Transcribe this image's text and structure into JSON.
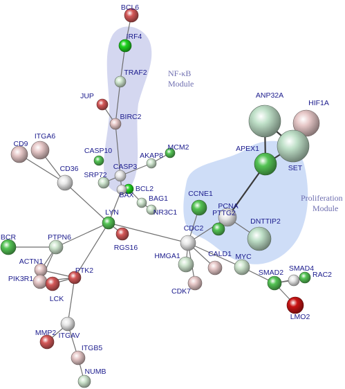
{
  "modules": [
    {
      "id": "nfkb",
      "lines": [
        "NF-κB",
        "Module"
      ],
      "color": "#b8bce6"
    },
    {
      "id": "prolif",
      "lines": [
        "Proliferation",
        "Module"
      ],
      "color": "#c2d4f5"
    }
  ],
  "node_colors": {
    "white": "#e8e8e8",
    "pale_green": "#cfe6cf",
    "mint": "#bfe0c8",
    "green": "#55c455",
    "bright_green": "#1fd31f",
    "pink": "#e7c8c8",
    "red": "#d45858",
    "dark_red": "#c81414"
  },
  "nodes": [
    {
      "id": "BCL6",
      "label": "BCL6",
      "color": "red"
    },
    {
      "id": "IRF4",
      "label": "IRF4",
      "color": "bright_green"
    },
    {
      "id": "TRAF2",
      "label": "TRAF2",
      "color": "pale_green"
    },
    {
      "id": "JUP",
      "label": "JUP",
      "color": "red"
    },
    {
      "id": "BIRC2",
      "label": "BIRC2",
      "color": "pink"
    },
    {
      "id": "CASP10",
      "label": "CASP10",
      "color": "green"
    },
    {
      "id": "CASP3",
      "label": "CASP3",
      "color": "white"
    },
    {
      "id": "SRP72",
      "label": "SRP72",
      "color": "pale_green"
    },
    {
      "id": "AKAP8",
      "label": "AKAP8",
      "color": "pale_green"
    },
    {
      "id": "MCM2",
      "label": "MCM2",
      "color": "green"
    },
    {
      "id": "BAG1",
      "label": "BAG1",
      "color": "pale_green"
    },
    {
      "id": "BCL2",
      "label": "BCL2",
      "color": "bright_green"
    },
    {
      "id": "BAX",
      "label": "BAX",
      "color": "white"
    },
    {
      "id": "NR3C1",
      "label": "NR3C1",
      "color": "pale_green"
    },
    {
      "id": "CD9",
      "label": "CD9",
      "color": "pink"
    },
    {
      "id": "ITGA6",
      "label": "ITGA6",
      "color": "pink"
    },
    {
      "id": "CD36",
      "label": "CD36",
      "color": "white"
    },
    {
      "id": "LYN",
      "label": "LYN",
      "color": "green"
    },
    {
      "id": "RGS16",
      "label": "RGS16",
      "color": "red"
    },
    {
      "id": "BCR",
      "label": "BCR",
      "color": "green"
    },
    {
      "id": "PTPN6",
      "label": "PTPN6",
      "color": "pale_green"
    },
    {
      "id": "ACTN1",
      "label": "ACTN1",
      "color": "pink"
    },
    {
      "id": "PIK3R1",
      "label": "PIK3R1",
      "color": "pink"
    },
    {
      "id": "LCK",
      "label": "LCK",
      "color": "red"
    },
    {
      "id": "PTK2",
      "label": "PTK2",
      "color": "red"
    },
    {
      "id": "ITGAV",
      "label": "ITGAV",
      "color": "white"
    },
    {
      "id": "MMP2",
      "label": "MMP2",
      "color": "red"
    },
    {
      "id": "ITGB5",
      "label": "ITGB5",
      "color": "pink"
    },
    {
      "id": "NUMB",
      "label": "NUMB",
      "color": "pale_green"
    },
    {
      "id": "ANP32A",
      "label": "ANP32A",
      "color": "mint"
    },
    {
      "id": "HIF1A",
      "label": "HIF1A",
      "color": "pink"
    },
    {
      "id": "APEX1",
      "label": "APEX1",
      "color": "green"
    },
    {
      "id": "SET",
      "label": "SET",
      "color": "mint"
    },
    {
      "id": "CCNE1",
      "label": "CCNE1",
      "color": "green"
    },
    {
      "id": "PCNA",
      "label": "PCNA",
      "color": "white"
    },
    {
      "id": "PTTG2",
      "label": "PTTG2",
      "color": "green"
    },
    {
      "id": "DNTTIP2",
      "label": "DNTTIP2",
      "color": "mint"
    },
    {
      "id": "CDC2",
      "label": "CDC2",
      "color": "white"
    },
    {
      "id": "HMGA1",
      "label": "HMGA1",
      "color": "pale_green"
    },
    {
      "id": "CALD1",
      "label": "CALD1",
      "color": "pink"
    },
    {
      "id": "CDK7",
      "label": "CDK7",
      "color": "pink"
    },
    {
      "id": "MYC",
      "label": "MYC",
      "color": "pale_green"
    },
    {
      "id": "SMAD2",
      "label": "SMAD2",
      "color": "green"
    },
    {
      "id": "SMAD4",
      "label": "SMAD4",
      "color": "white"
    },
    {
      "id": "RAC2",
      "label": "RAC2",
      "color": "green"
    },
    {
      "id": "LMO2",
      "label": "LMO2",
      "color": "dark_red"
    }
  ],
  "edges": [
    [
      "BCL6",
      "IRF4"
    ],
    [
      "IRF4",
      "TRAF2"
    ],
    [
      "TRAF2",
      "BIRC2"
    ],
    [
      "JUP",
      "BIRC2"
    ],
    [
      "BIRC2",
      "CASP3"
    ],
    [
      "CASP3",
      "AKAP8"
    ],
    [
      "AKAP8",
      "MCM2"
    ],
    [
      "CASP3",
      "BAX"
    ],
    [
      "CASP3",
      "SRP72"
    ],
    [
      "BAX",
      "BCL2"
    ],
    [
      "BCL2",
      "BAG1"
    ],
    [
      "BAG1",
      "NR3C1"
    ],
    [
      "BAX",
      "LYN"
    ],
    [
      "CD9",
      "CD36"
    ],
    [
      "ITGA6",
      "CD36"
    ],
    [
      "CD36",
      "LYN"
    ],
    [
      "LYN",
      "RGS16"
    ],
    [
      "LYN",
      "PTPN6"
    ],
    [
      "LYN",
      "PTK2"
    ],
    [
      "LYN",
      "CDC2"
    ],
    [
      "PTPN6",
      "BCR"
    ],
    [
      "PTPN6",
      "ACTN1"
    ],
    [
      "PTPN6",
      "PIK3R1"
    ],
    [
      "ACTN1",
      "PTK2"
    ],
    [
      "PIK3R1",
      "PTK2"
    ],
    [
      "LCK",
      "PTK2"
    ],
    [
      "PIK3R1",
      "LCK"
    ],
    [
      "PTK2",
      "ITGAV"
    ],
    [
      "ITGAV",
      "MMP2"
    ],
    [
      "ITGAV",
      "ITGB5"
    ],
    [
      "ITGB5",
      "NUMB"
    ],
    [
      "CDC2",
      "HMGA1"
    ],
    [
      "CDC2",
      "CDK7"
    ],
    [
      "CDC2",
      "CALD1"
    ],
    [
      "CDC2",
      "PCNA"
    ],
    [
      "CDC2",
      "CCNE1"
    ],
    [
      "CDC2",
      "MYC"
    ],
    [
      "PCNA",
      "PTTG2"
    ],
    [
      "PCNA",
      "DNTTIP2"
    ],
    [
      "MYC",
      "SMAD2"
    ],
    [
      "SMAD2",
      "SMAD4"
    ],
    [
      "SMAD4",
      "RAC2"
    ],
    [
      "SMAD2",
      "LMO2"
    ],
    [
      "SMAD2",
      "RAC2"
    ]
  ],
  "thick_edges": [
    [
      "PCNA",
      "APEX1"
    ],
    [
      "APEX1",
      "SET"
    ],
    [
      "ANP32A",
      "SET"
    ],
    [
      "ANP32A",
      "APEX1"
    ],
    [
      "HIF1A",
      "SET"
    ]
  ]
}
